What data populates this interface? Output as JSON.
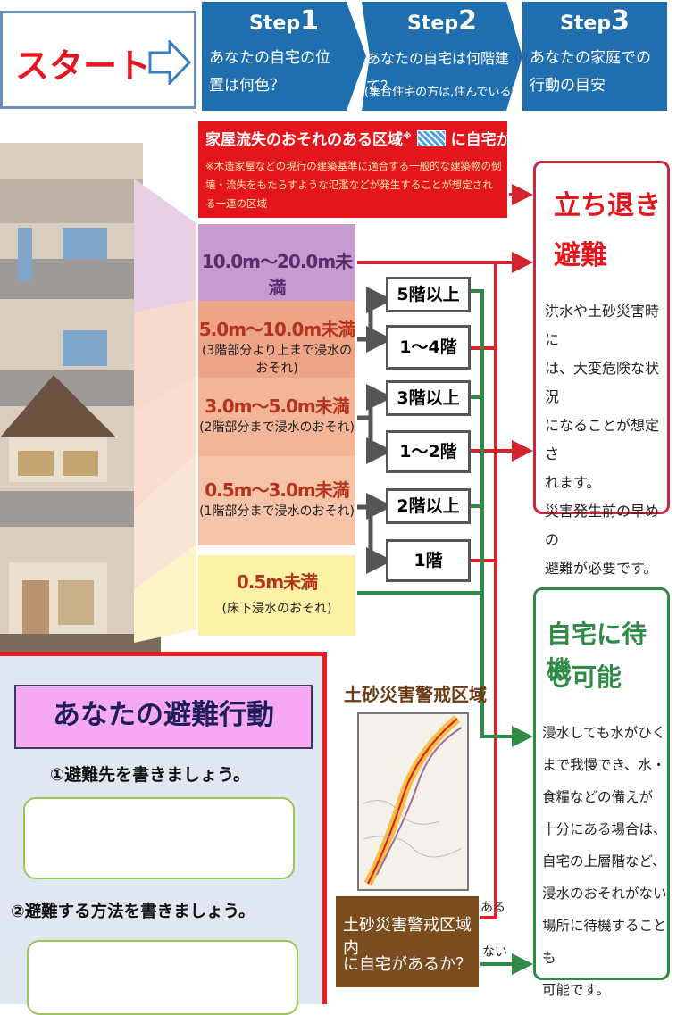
{
  "header": {
    "start_label": "スタート",
    "steps": [
      {
        "label": "Step",
        "num": "1",
        "text": "あなたの自宅の位置は何色？"
      },
      {
        "label": "Step",
        "num": "2",
        "text": "あなたの自宅は何階建て？",
        "sub": "(集合住宅の方は,住んでいる階数)"
      },
      {
        "label": "Step",
        "num": "3",
        "text": "あなたの家庭での行動の目安"
      }
    ]
  },
  "flow_zone": {
    "title_a": "家屋流失のおそれのある区域",
    "title_b": "に自宅がある",
    "note": "※木造家屋などの現行の建築基準に適合する一般的な建築物の倒壊・流失をもたらすような氾濫などが発生することが想定される一連の区域"
  },
  "depth_bands": [
    {
      "main": "10.0m〜20.0m未満",
      "sub": ""
    },
    {
      "main": "5.0m〜10.0m未満",
      "sub": "(3階部分より上まで浸水のおそれ)"
    },
    {
      "main": "3.0m〜5.0m未満",
      "sub": "(2階部分まで浸水のおそれ)"
    },
    {
      "main": "0.5m〜3.0m未満",
      "sub": "(1階部分まで浸水のおそれ)"
    },
    {
      "main": "0.5m未満",
      "sub": "(床下浸水のおそれ)"
    }
  ],
  "floors": [
    "5階以上",
    "1〜4階",
    "3階以上",
    "1〜2階",
    "2階以上",
    "1階"
  ],
  "evacuate": {
    "title1": "立ち退き",
    "title2": "避難",
    "lines": [
      "洪水や土砂災害時に",
      "は、大変危険な状況",
      "になることが想定さ",
      "れます。",
      "災害発生前の早めの",
      "避難が必要です。"
    ]
  },
  "stay": {
    "title1": "自宅に待機",
    "title2": "も可能",
    "lines": [
      "浸水しても水がひく",
      "まで我慢でき、水・",
      "食糧などの備えが",
      "十分にある場合は、",
      "自宅の上層階など、",
      "浸水のおそれがない",
      "場所に待機することも",
      "可能です。"
    ]
  },
  "landslide": {
    "title": "土砂災害警戒区域",
    "question1": "土砂災害警戒区域内",
    "question2": "に自宅があるか？",
    "yes": "ある",
    "no": "ない"
  },
  "action_panel": {
    "title": "あなたの避難行動",
    "q1": "①避難先を書きましょう。",
    "q2": "②避難する方法を書きましょう。"
  },
  "colors": {
    "step_blue": "#1f6fb0",
    "danger_red": "#e3161d",
    "band_purple": "#c89bd0",
    "band_orange_dark": "#eea486",
    "band_orange": "#f2b597",
    "band_orange_light": "#f5c4a8",
    "band_yellow": "#fdf1a6",
    "safe_green": "#2f8a46"
  }
}
